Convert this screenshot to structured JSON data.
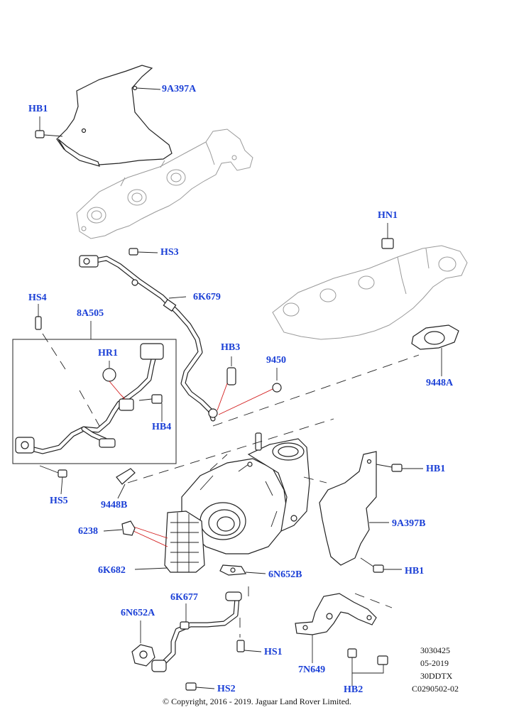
{
  "callouts": {
    "hb1_top": "HB1",
    "a9a397a": "9A397A",
    "hn1": "HN1",
    "hs3": "HS3",
    "k6k679": "6K679",
    "hs4": "HS4",
    "a8a505": "8A505",
    "hr1": "HR1",
    "hb3": "HB3",
    "n9450": "9450",
    "n9448a": "9448A",
    "hb4": "HB4",
    "hb1_right": "HB1",
    "hs5": "HS5",
    "n9448b": "9448B",
    "n6238": "6238",
    "a9a397b": "9A397B",
    "k6k682": "6K682",
    "hb1_low": "HB1",
    "n6n652b": "6N652B",
    "k6k677": "6K677",
    "n6n652a": "6N652A",
    "hs1": "HS1",
    "n7n649": "7N649",
    "hb2": "HB2",
    "hs2": "HS2"
  },
  "meta": {
    "line1": "3030425",
    "line2": "05-2019",
    "line3": "30DDTX",
    "line4": "C0290502-02"
  },
  "copyright": "© Copyright, 2016 - 2019. Jaguar Land Rover Limited.",
  "colors": {
    "callout": "#1a3fd6",
    "leader_red": "#d21a1a",
    "line": "#222222",
    "ghost": "#9a9a9a"
  }
}
